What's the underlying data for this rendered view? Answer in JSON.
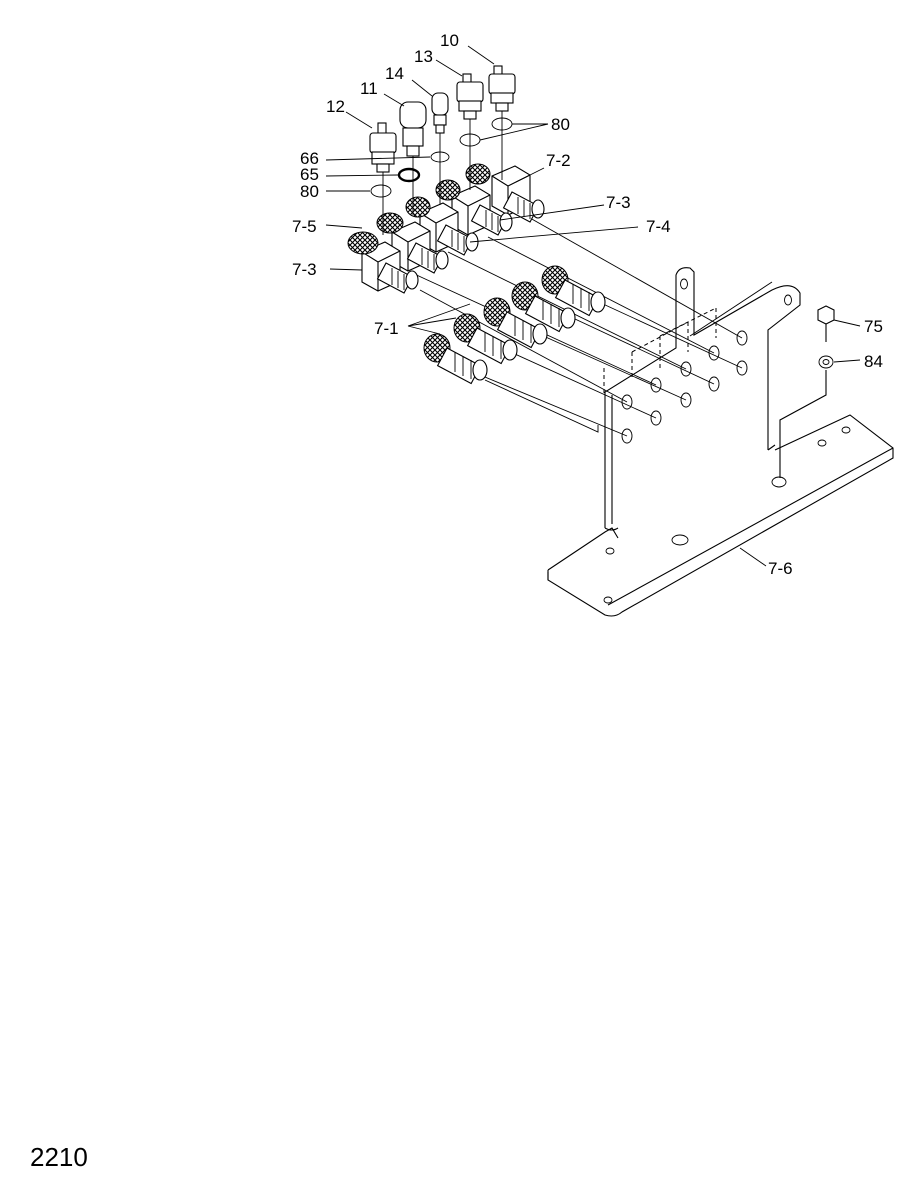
{
  "page_number": "2210",
  "callouts": {
    "c10": "10",
    "c13": "13",
    "c14": "14",
    "c11": "11",
    "c12": "12",
    "c80a": "80",
    "c66": "66",
    "c65": "65",
    "c80b": "80",
    "c7_2": "7-2",
    "c7_3a": "7-3",
    "c7_4": "7-4",
    "c7_5": "7-5",
    "c7_3b": "7-3",
    "c7_1": "7-1",
    "c75": "75",
    "c84": "84",
    "c7_6": "7-6"
  }
}
